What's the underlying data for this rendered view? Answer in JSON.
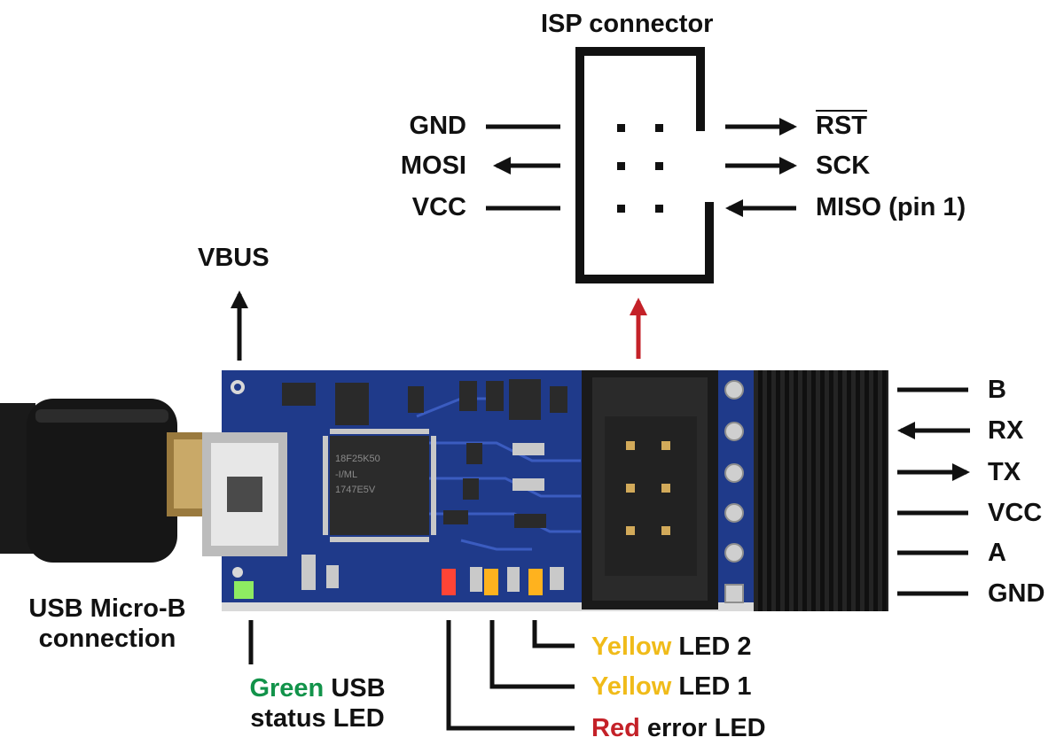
{
  "isp": {
    "title": "ISP connector",
    "left_pins": [
      "GND",
      "MOSI",
      "VCC"
    ],
    "right_pins": [
      "RST",
      "SCK",
      "MISO (pin 1)"
    ]
  },
  "vbus": {
    "label": "VBUS"
  },
  "usb": {
    "line1": "USB Micro-B",
    "line2": "connection"
  },
  "status_led": {
    "color_word": "Green",
    "line1_rest": " USB",
    "line2": "status LED"
  },
  "yellow_led_2": {
    "color_word": "Yellow",
    "rest": " LED 2"
  },
  "yellow_led_1": {
    "color_word": "Yellow",
    "rest": " LED 1"
  },
  "red_led": {
    "color_word": "Red",
    "rest": " error LED"
  },
  "header_pins": [
    "B",
    "RX",
    "TX",
    "VCC",
    "A",
    "GND"
  ],
  "chip": {
    "line1": "18F25K50",
    "line2": "-I/ML",
    "line3": "1747E5V"
  },
  "colors": {
    "green": "#12934a",
    "yellow": "#f0bb19",
    "red": "#c42128",
    "pcb": "#1f3a8a",
    "arrow_red": "#c42128"
  }
}
